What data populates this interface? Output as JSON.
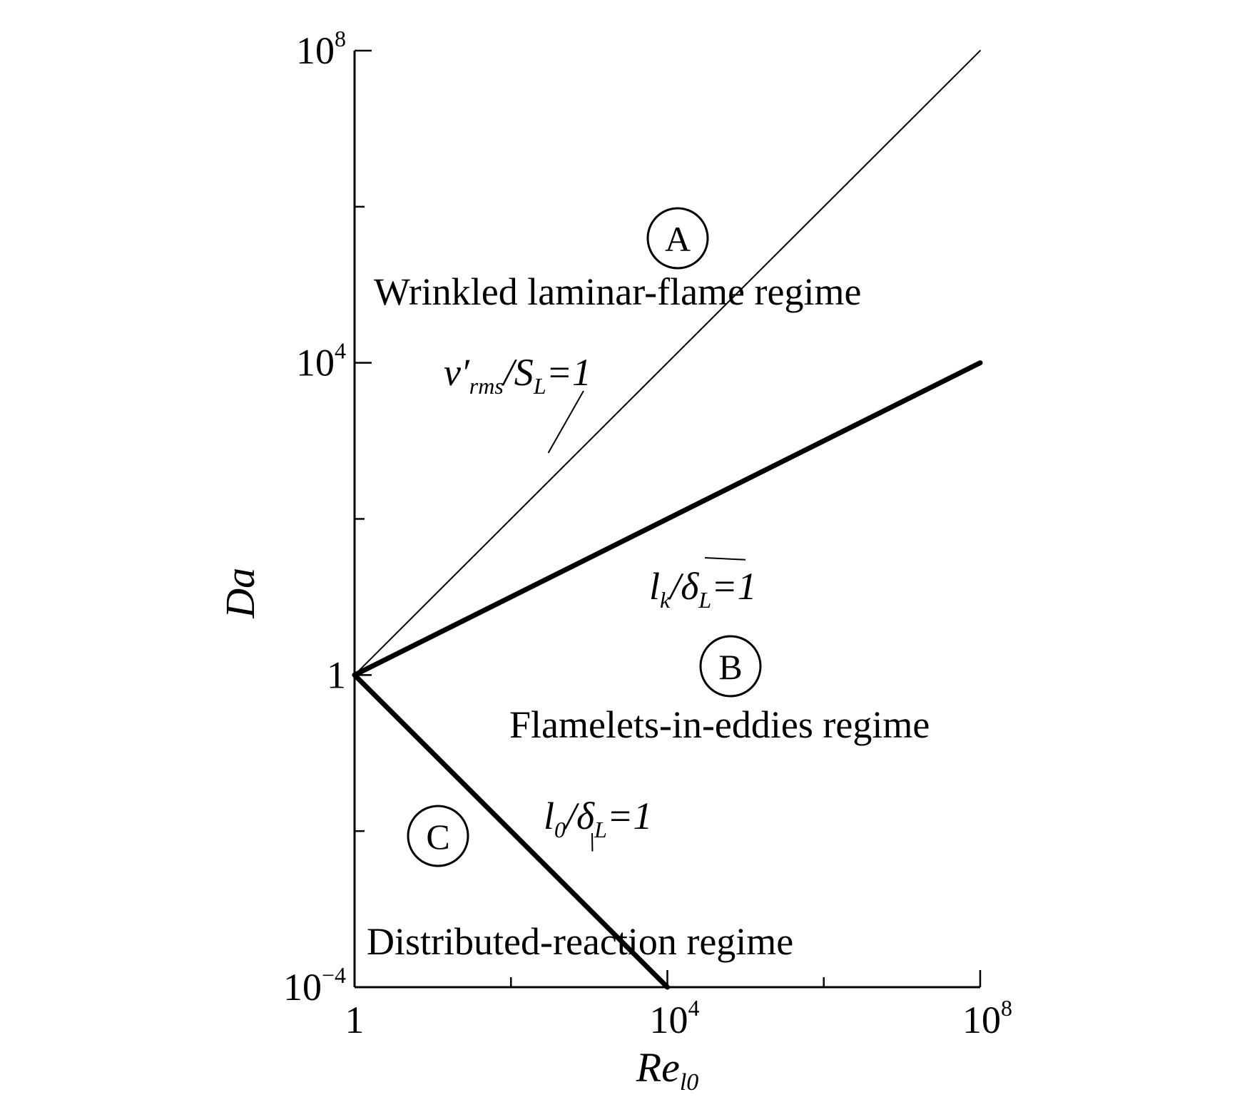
{
  "chart_data": {
    "type": "line",
    "x_scale": "log",
    "y_scale": "log",
    "xlim": [
      1,
      100000000
    ],
    "ylim": [
      0.0001,
      100000000
    ],
    "grid": false,
    "xlabel": {
      "main": "Re",
      "sub": "l0"
    },
    "ylabel": "Da",
    "x_ticks": [
      {
        "value": 1,
        "base": "1",
        "exp": ""
      },
      {
        "value": 10000,
        "base": "10",
        "exp": "4"
      },
      {
        "value": 100000000,
        "base": "10",
        "exp": "8"
      }
    ],
    "y_ticks": [
      {
        "value": 0.0001,
        "base": "10",
        "exp": "−4"
      },
      {
        "value": 1,
        "base": "1",
        "exp": ""
      },
      {
        "value": 10000,
        "base": "10",
        "exp": "4"
      },
      {
        "value": 100000000,
        "base": "10",
        "exp": "8"
      }
    ],
    "series": [
      {
        "weight": "thin",
        "x": [
          1,
          100000000
        ],
        "y": [
          1,
          100000000
        ]
      },
      {
        "weight": "thick",
        "x": [
          1,
          100000000
        ],
        "y": [
          1,
          10000
        ]
      },
      {
        "weight": "thick",
        "x": [
          1,
          10000
        ],
        "y": [
          1,
          0.0001
        ]
      }
    ],
    "line_labels": [
      {
        "main1": "v′",
        "sub1": "rms",
        "main2": "/S",
        "sub2": "L",
        "tail": "=1",
        "at": [
          100,
          10000
        ]
      },
      {
        "main1": "l",
        "sub1": "k",
        "main2": "/δ",
        "sub2": "L",
        "tail": "=1",
        "at": [
          100000,
          10
        ]
      },
      {
        "main1": "l",
        "sub1": "0",
        "main2": "/δ",
        "sub2": "L",
        "tail": "=1",
        "at": [
          300,
          0.01
        ]
      }
    ],
    "regions": [
      {
        "marker": "A",
        "label": "Wrinkled laminar-flame regime"
      },
      {
        "marker": "B",
        "label": "Flamelets-in-eddies regime"
      },
      {
        "marker": "C",
        "label": "Distributed-reaction regime"
      }
    ]
  }
}
